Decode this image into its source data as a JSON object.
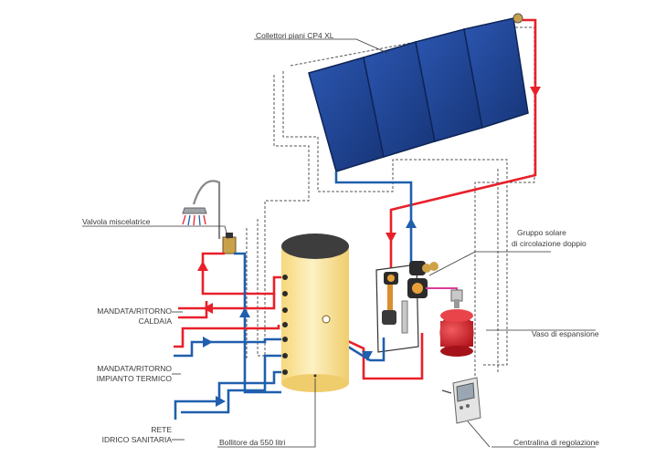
{
  "labels": {
    "collectors": "Collettori piani CP4 XL",
    "mixing_valve": "Valvola miscelatrice",
    "boiler_flow_return_1": "MANDATA/RITORNO",
    "boiler_flow_return_2": "CALDAIA",
    "heating_flow_return_1": "MANDATA/RITORNO",
    "heating_flow_return_2": "IMPIANTO TERMICO",
    "water_network_1": "RETE",
    "water_network_2": "IDRICO SANITARIA",
    "storage_tank": "Bollitore da 550 litri",
    "solar_group_1": "Gruppo solare",
    "solar_group_2": "di circolazione doppio",
    "expansion_vessel": "Vaso di espansione",
    "controller": "Centralina di regolazione"
  },
  "colors": {
    "hot_pipe": "#e8202a",
    "cold_pipe": "#1f5fae",
    "panel": "#1d3f8f",
    "tank": "#fbe9a6",
    "vessel": "#d8232a",
    "dashed_line": "#555555",
    "leader": "#333333"
  },
  "icons": {
    "shower": "shower-head-icon",
    "pump": "pump-icon",
    "controller": "controller-device-icon"
  }
}
